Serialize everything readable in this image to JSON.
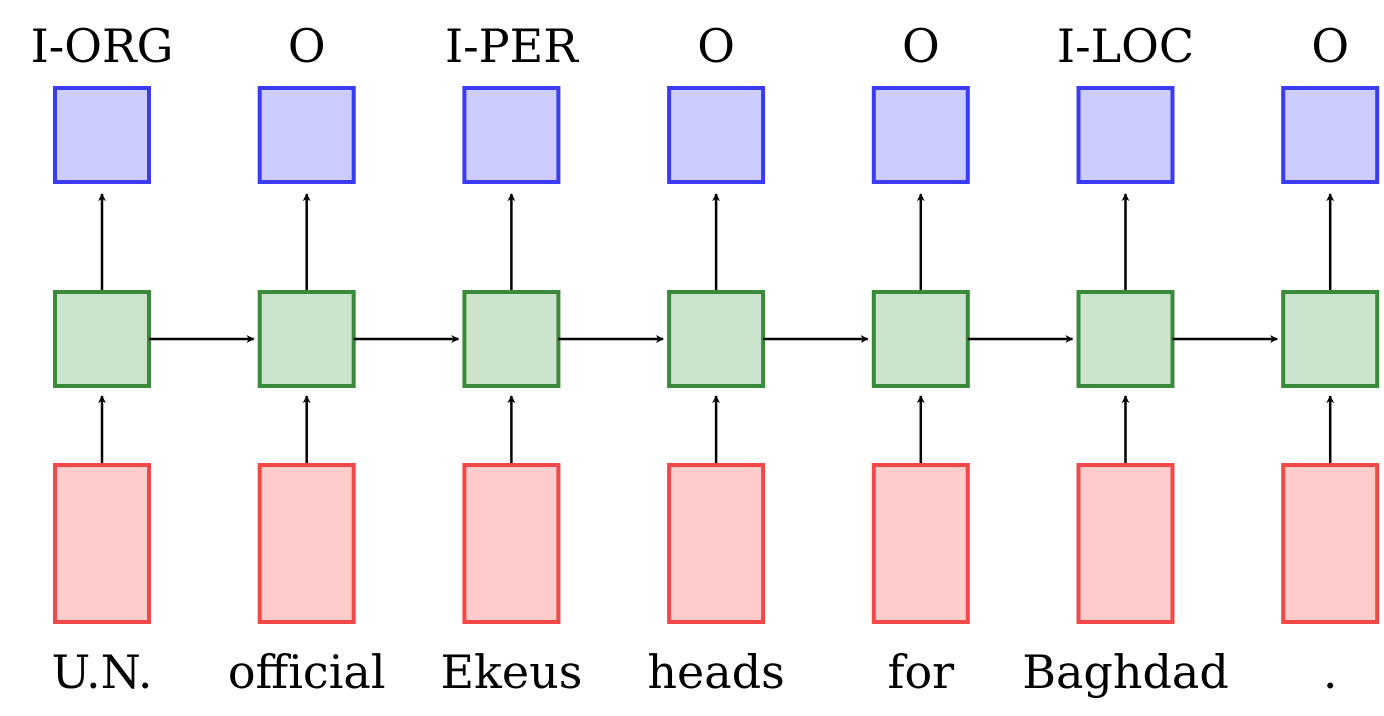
{
  "diagram": {
    "tokens": [
      {
        "word": "U.N.",
        "tag": "I-ORG"
      },
      {
        "word": "official",
        "tag": "O"
      },
      {
        "word": "Ekeus",
        "tag": "I-PER"
      },
      {
        "word": "heads",
        "tag": "O"
      },
      {
        "word": "for",
        "tag": "O"
      },
      {
        "word": "Baghdad",
        "tag": "I-LOC"
      },
      {
        "word": ".",
        "tag": "O"
      }
    ]
  },
  "colors": {
    "output_fill": "#ccccff",
    "output_stroke": "#3b3bf5",
    "hidden_fill": "#cce3cc",
    "hidden_stroke": "#3b8a3b",
    "input_fill": "#ffcccc",
    "input_stroke": "#f24848",
    "arrow": "#000000"
  }
}
